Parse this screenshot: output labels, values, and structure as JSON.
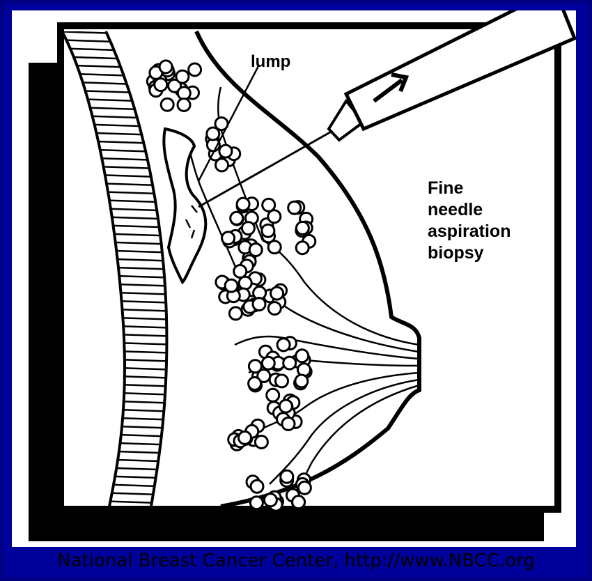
{
  "diagram": {
    "label_lump": "lump",
    "label_procedure": "Fine\nneedle\naspiration\nbiopsy"
  },
  "caption": "National Breast Cancer Center, http://www.NBCC.org",
  "colors": {
    "background": "#00009a",
    "panel": "#ffffff",
    "ink": "#000000"
  }
}
